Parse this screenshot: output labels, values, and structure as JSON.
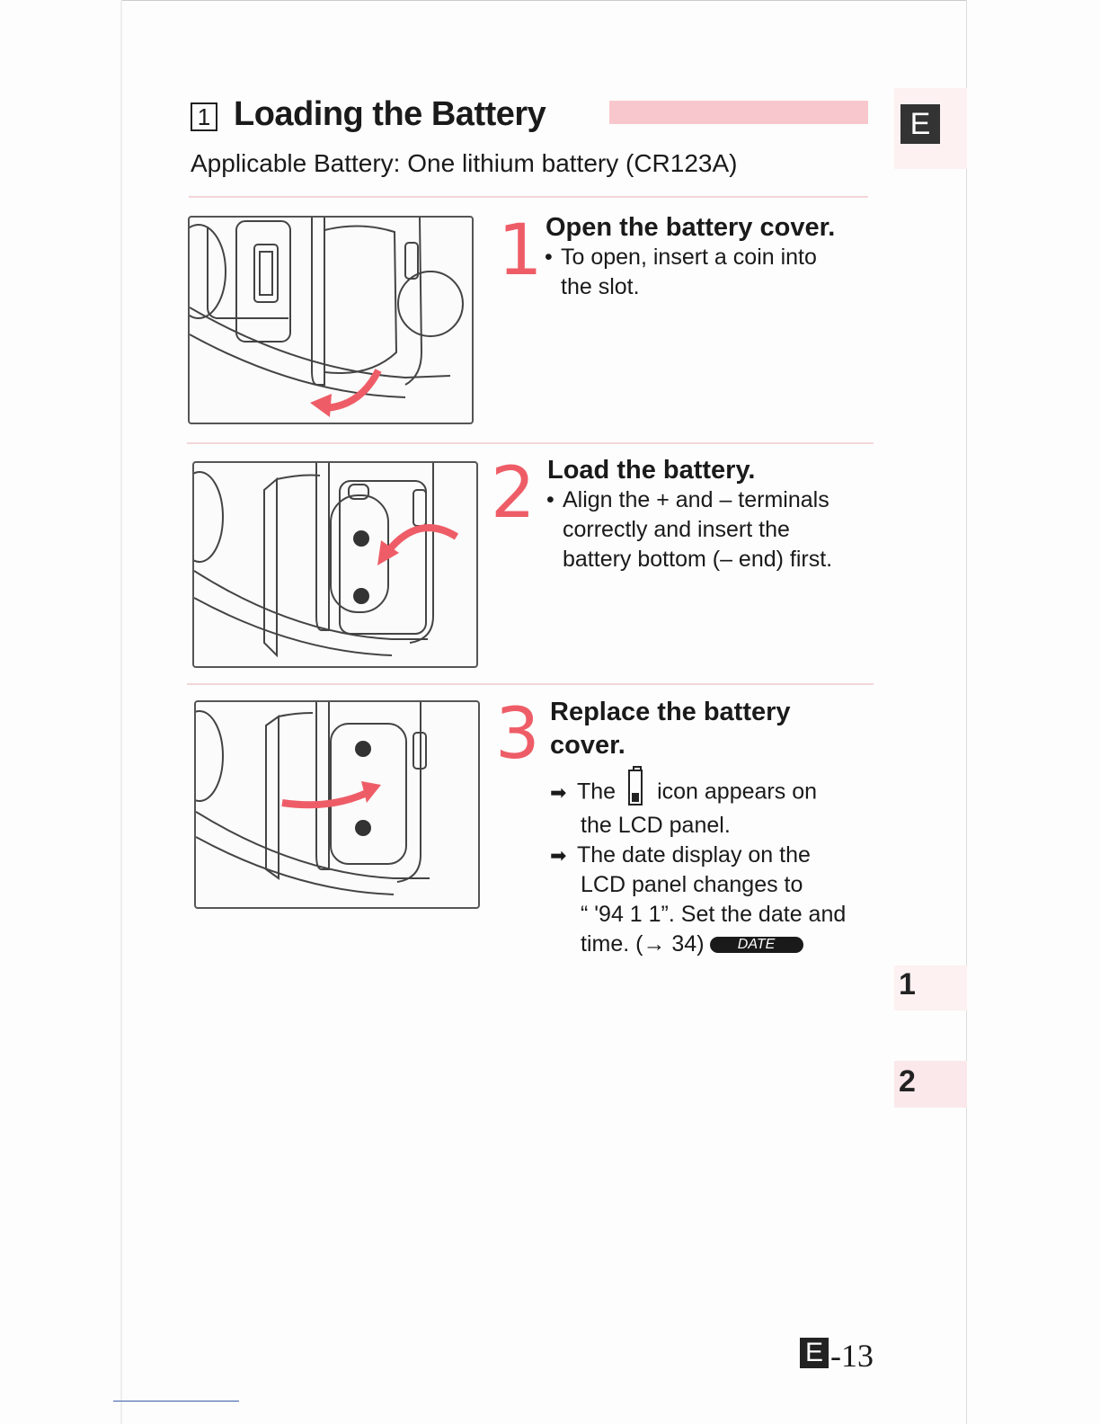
{
  "section": {
    "number": "1",
    "title": "Loading the Battery",
    "subtitle": "Applicable Battery: One lithium battery (CR123A)"
  },
  "side_tabs": {
    "language": "E",
    "chapter_1": "1",
    "chapter_2": "2"
  },
  "colors": {
    "accent_pink": "#f8c7cd",
    "step_number_red": "#ee5d67",
    "tab_dark": "#333333"
  },
  "steps": [
    {
      "number": "1",
      "heading": "Open the battery cover.",
      "lines": [
        "To open, insert a coin into",
        "the slot."
      ]
    },
    {
      "number": "2",
      "heading": "Load the battery.",
      "lines": [
        "Align the + and – terminals",
        "correctly and insert the",
        "battery bottom (– end) first."
      ]
    },
    {
      "number": "3",
      "heading_line1": "Replace the battery",
      "heading_line2": "cover.",
      "bullet1_pre": "The",
      "bullet1_post": "icon appears on",
      "bullet1_line2": "the LCD panel.",
      "bullet2_lines": [
        "The date display on the",
        "LCD panel changes to",
        "“ '94  1  1”. Set the date and",
        "time. (→ 34)"
      ],
      "date_button_label": "DATE",
      "battery_icon": "battery-icon"
    }
  ],
  "footer": {
    "page_prefix": "E",
    "page_number": "-13"
  }
}
